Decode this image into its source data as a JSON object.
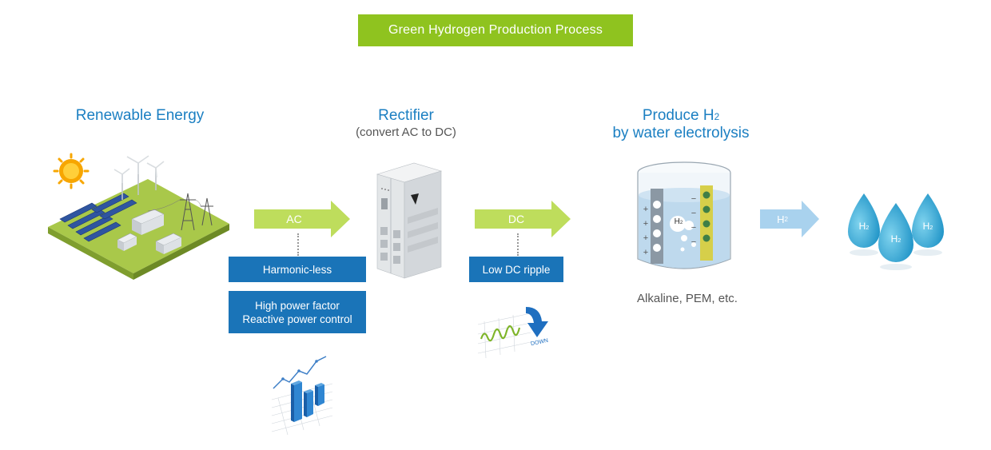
{
  "title": "Green Hydrogen Production Process",
  "colors": {
    "green": "#8fc31f",
    "blue_heading": "#1b7fc2",
    "blue_box": "#1a74b8",
    "light_blue": "#a9d2ee",
    "drop": "#38b2da"
  },
  "stages": {
    "renewable": {
      "heading": "Renewable Energy"
    },
    "rectifier": {
      "heading": "Rectifier",
      "subheading": "(convert AC to DC)"
    },
    "electrolysis": {
      "heading_line1": "Produce H",
      "heading_line1_sub": "2",
      "heading_line2": "by water electrolysis",
      "caption": "Alkaline, PEM, etc."
    }
  },
  "arrows": {
    "ac": "AC",
    "dc": "DC",
    "h2": "H",
    "h2_sub": "2"
  },
  "boxes": {
    "harmonic": "Harmonic-less",
    "power_factor_line1": "High power factor",
    "power_factor_line2": "Reactive power control",
    "low_ripple": "Low DC ripple"
  },
  "illustrations": {
    "down_label": "DOWN",
    "electrolyzer_h2": "H",
    "electrolyzer_h2_sub": "2",
    "drop_label": "H",
    "drop_label_sub": "2",
    "plus_signs": [
      "+",
      "+",
      "+",
      "+"
    ],
    "minus_signs": [
      "−",
      "−",
      "−",
      "−"
    ]
  }
}
